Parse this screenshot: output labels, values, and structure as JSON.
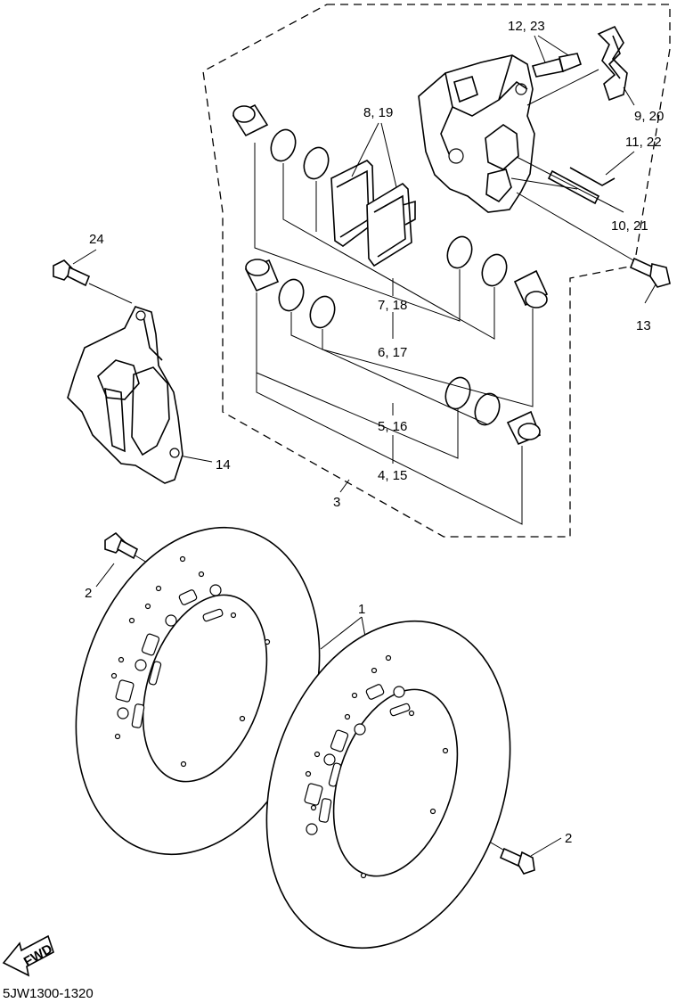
{
  "diagram": {
    "drawing_code": "5JW1300-1320",
    "direction_arrow_label": "FWD",
    "callouts": {
      "c1": "1",
      "c2a": "2",
      "c2b": "2",
      "c3": "3",
      "c4_15": "4, 15",
      "c5_16": "5, 16",
      "c6_17": "6, 17",
      "c7_18": "7, 18",
      "c8_19": "8, 19",
      "c9_20": "9, 20",
      "c10_21": "10, 21",
      "c11_22": "11, 22",
      "c12_23": "12, 23",
      "c13": "13",
      "c14": "14",
      "c24": "24"
    }
  }
}
